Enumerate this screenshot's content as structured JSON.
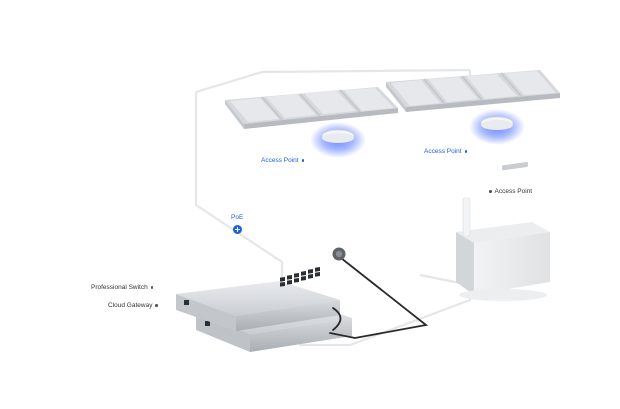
{
  "labels": {
    "access_point_1": "Access Point",
    "access_point_2": "Access Point",
    "access_point_3": "Access Point",
    "poe": "PoE",
    "professional_switch": "Professional Switch",
    "cloud_gateway": "Cloud Gateway"
  },
  "colors": {
    "accent_blue": "#1f5fd6",
    "ap_glow": "#3b63ff",
    "cable_dark": "#2a2a2a"
  },
  "icons": {
    "poe_badge": "plus-icon"
  }
}
